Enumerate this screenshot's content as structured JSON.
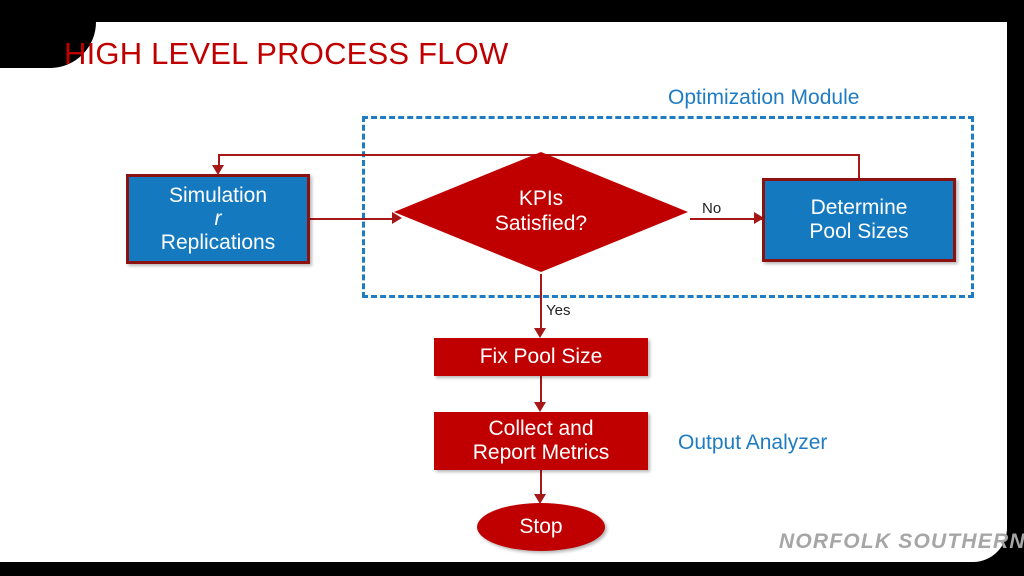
{
  "slide": {
    "title": "HIGH LEVEL PROCESS FLOW",
    "title_color": "#C00000",
    "background_color": "#000000",
    "sheet_color": "#FFFFFF",
    "footer_logo": "NORFOLK  SOUTHERN"
  },
  "groups": {
    "optimization_module": {
      "label": "Optimization Module",
      "border_style": "dashed",
      "border_color": "#1F7CC2"
    },
    "output_analyzer": {
      "label": "Output Analyzer",
      "color": "#1F7CC2"
    }
  },
  "nodes": [
    {
      "id": "simulation",
      "shape": "rectangle",
      "fill": "#1479BE",
      "border": "#8C1212",
      "text_color": "#FFFFFF",
      "lines": [
        "Simulation",
        "r",
        "Replications"
      ],
      "italic_line_index": 1
    },
    {
      "id": "kpis-satisfied",
      "shape": "diamond",
      "fill": "#C00000",
      "text_color": "#FFFFFF",
      "lines": [
        "KPIs",
        "Satisfied?"
      ]
    },
    {
      "id": "determine-pool-sizes",
      "shape": "rectangle",
      "fill": "#1479BE",
      "border": "#8C1212",
      "text_color": "#FFFFFF",
      "lines": [
        "Determine",
        "Pool Sizes"
      ]
    },
    {
      "id": "fix-pool-size",
      "shape": "rectangle",
      "fill": "#C00000",
      "text_color": "#FFFFFF",
      "lines": [
        "Fix Pool Size"
      ]
    },
    {
      "id": "collect-report-metrics",
      "shape": "rectangle",
      "fill": "#C00000",
      "text_color": "#FFFFFF",
      "lines": [
        "Collect and",
        "Report Metrics"
      ]
    },
    {
      "id": "stop",
      "shape": "ellipse",
      "fill": "#C00000",
      "text_color": "#FFFFFF",
      "lines": [
        "Stop"
      ]
    }
  ],
  "edges": [
    {
      "from": "simulation",
      "to": "kpis-satisfied",
      "label": ""
    },
    {
      "from": "kpis-satisfied",
      "to": "determine-pool-sizes",
      "label": "No"
    },
    {
      "from": "determine-pool-sizes",
      "to": "simulation",
      "label": ""
    },
    {
      "from": "kpis-satisfied",
      "to": "fix-pool-size",
      "label": "Yes"
    },
    {
      "from": "fix-pool-size",
      "to": "collect-report-metrics",
      "label": ""
    },
    {
      "from": "collect-report-metrics",
      "to": "stop",
      "label": ""
    }
  ],
  "labels": {
    "no": "No",
    "yes": "Yes"
  },
  "text": {
    "simulation_l1": "Simulation",
    "simulation_l2": "r",
    "simulation_l3": "Replications",
    "kpi_l1": "KPIs",
    "kpi_l2": "Satisfied?",
    "determine_l1": "Determine",
    "determine_l2": "Pool Sizes",
    "fix_pool": "Fix Pool Size",
    "collect_l1": "Collect and",
    "collect_l2": "Report Metrics",
    "stop": "Stop"
  }
}
